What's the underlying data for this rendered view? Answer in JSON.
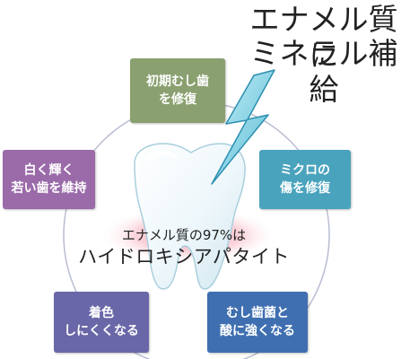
{
  "headline": {
    "line1": "エナメル質に",
    "line2": "ミネラル補給"
  },
  "center": {
    "line1": "エナメル質の97%は",
    "line2": "ハイドロキシアパタイト"
  },
  "benefits": [
    {
      "line1": "初期むし歯",
      "line2": "を修復",
      "color": "#8aa070"
    },
    {
      "line1": "ミクロの",
      "line2": "傷を修復",
      "color": "#4aa3bd"
    },
    {
      "line1": "むし歯菌と",
      "line2": "酸に強くなる",
      "color": "#3f6fb0"
    },
    {
      "line1": "着色",
      "line2": "しにくくなる",
      "color": "#6a67a8"
    },
    {
      "line1": "白く輝く",
      "line2": "若い歯を維持",
      "color": "#9a6aa9"
    }
  ],
  "colors": {
    "ring": "#b9bdd2",
    "bolt": "#7fcfe0",
    "bolt_edge": "#2c8fb0",
    "gum": "#f39aa8"
  }
}
